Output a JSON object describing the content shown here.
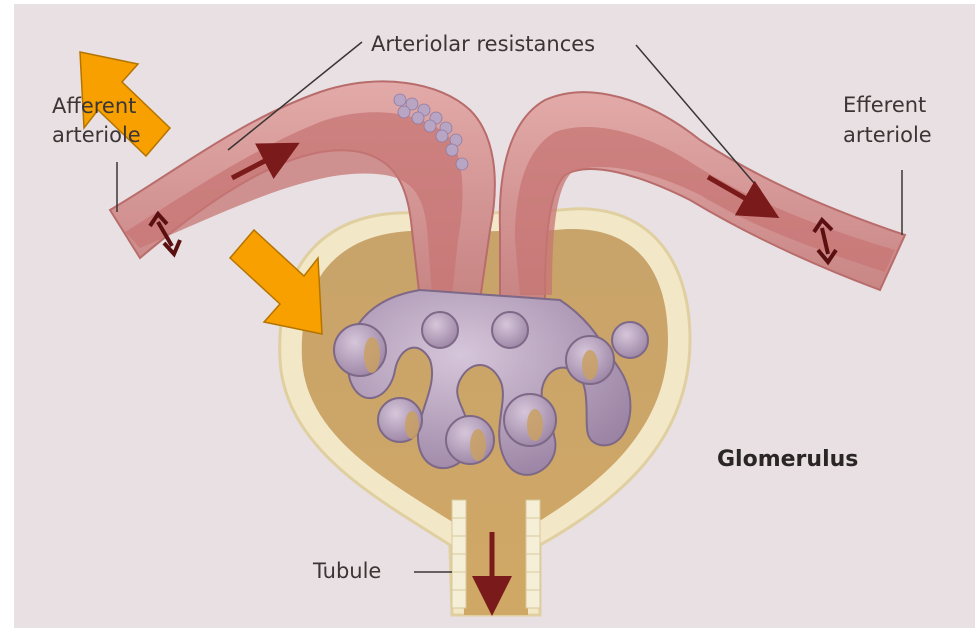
{
  "labels": {
    "arteriolar": "Arteriolar resistances",
    "afferent_line1": "Afferent",
    "afferent_line2": "arteriole",
    "efferent_line1": "Efferent",
    "efferent_line2": "arteriole",
    "tubule": "Tubule",
    "glomerulus": "Glomerulus"
  },
  "colors": {
    "background": "#e8e0e2",
    "vessel_wall": "#d89a98",
    "vessel_lumen": "#c97a78",
    "capsule_fill": "#c9a062",
    "capsule_wall": "#f1e6c4",
    "capillary_tuft": "#b9a2bf",
    "flow_arrow": "#7a1a1a",
    "callout_arrow": "#f7a000"
  },
  "icons": {
    "callout_1": "orange-arrow-up-left",
    "callout_2": "orange-arrow-down-right"
  }
}
